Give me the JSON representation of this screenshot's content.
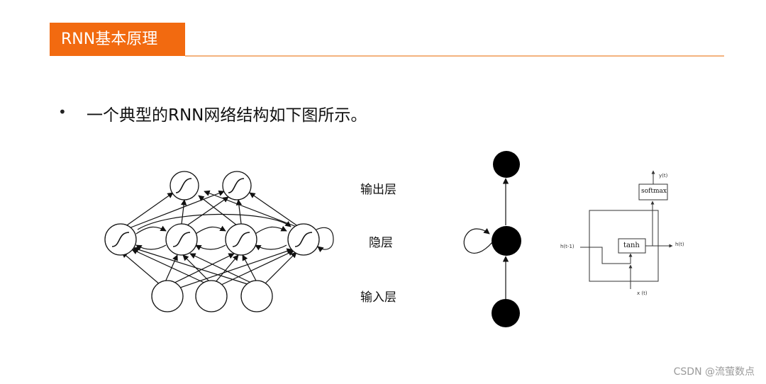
{
  "header": {
    "title": "RNN基本原理"
  },
  "content": {
    "bullet": "•",
    "text": "一个典型的RNN网络结构如下图所示。"
  },
  "diagram": {
    "layer_labels": {
      "output": "输出层",
      "hidden": "隐层",
      "input": "输入层"
    },
    "cell": {
      "output_label": "y(t)",
      "softmax_label": "softmax",
      "prev_hidden_label": "h(t-1)",
      "next_hidden_label": "h(t)",
      "tanh_label": "tanh",
      "input_label": "x (t)"
    }
  },
  "watermark": "CSDN @流萤数点",
  "colors": {
    "accent": "#f26a10",
    "rule": "#f4b27e"
  }
}
